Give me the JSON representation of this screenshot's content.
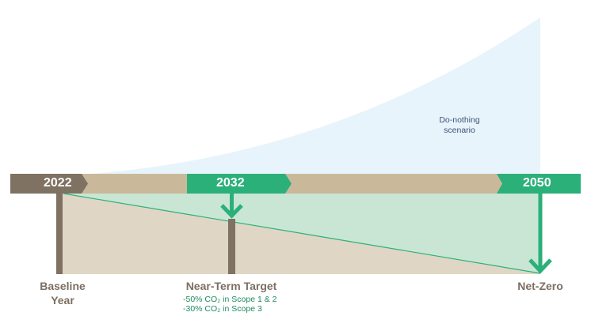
{
  "colors": {
    "baseline": "#7f7263",
    "bar": "#c9b99a",
    "green": "#2bb07a",
    "green_fill": "#c9e6d5",
    "tan_fill": "#e0d6c5",
    "blue_fill": "#e8f4fb"
  },
  "years": {
    "baseline": "2022",
    "near_term": "2032",
    "net_zero": "2050"
  },
  "scenario": {
    "line1": "Do-nothing",
    "line2": "scenario"
  },
  "labels": {
    "baseline_line1": "Baseline",
    "baseline_line2": "Year",
    "near_term": "Near-Term Target",
    "near_term_detail1": "-50% CO₂ in Scope 1 & 2",
    "near_term_detail2": "-30% CO₂ in Scope 3",
    "net_zero": "Net-Zero"
  }
}
